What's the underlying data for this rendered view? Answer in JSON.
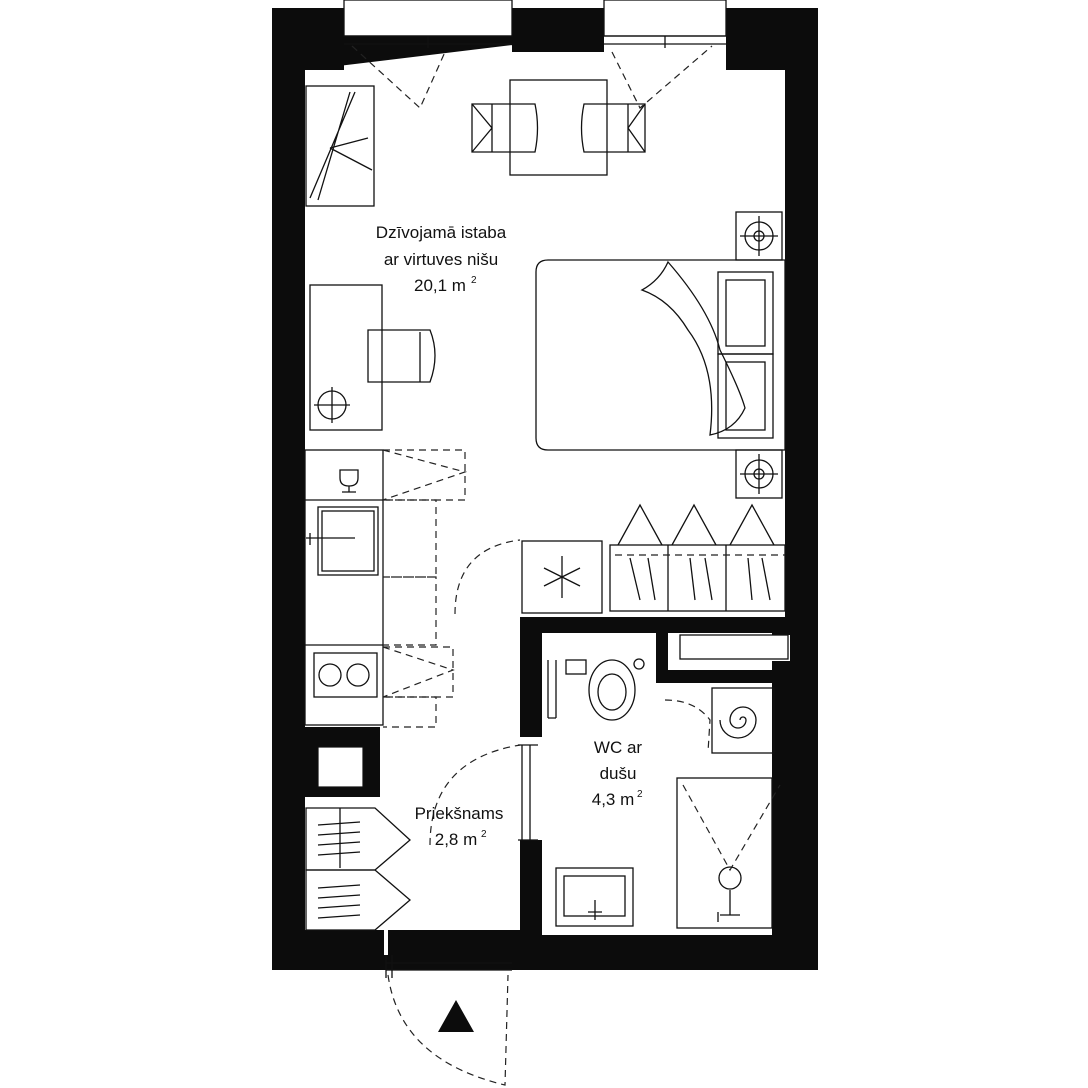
{
  "rooms": [
    {
      "name_line1": "Dzīvojamā istaba",
      "name_line2": "ar virtuves nišu",
      "area": "20,1 m",
      "unit_sup": "2"
    },
    {
      "name_line1": "Priekšnams",
      "name_line2": "",
      "area": "2,8 m",
      "unit_sup": "2"
    },
    {
      "name_line1": "WC ar",
      "name_line2": "dušu",
      "area": "4,3 m",
      "unit_sup": "2"
    }
  ],
  "colors": {
    "wall": "#0c0c0c",
    "line": "#111111",
    "background": "#ffffff"
  }
}
